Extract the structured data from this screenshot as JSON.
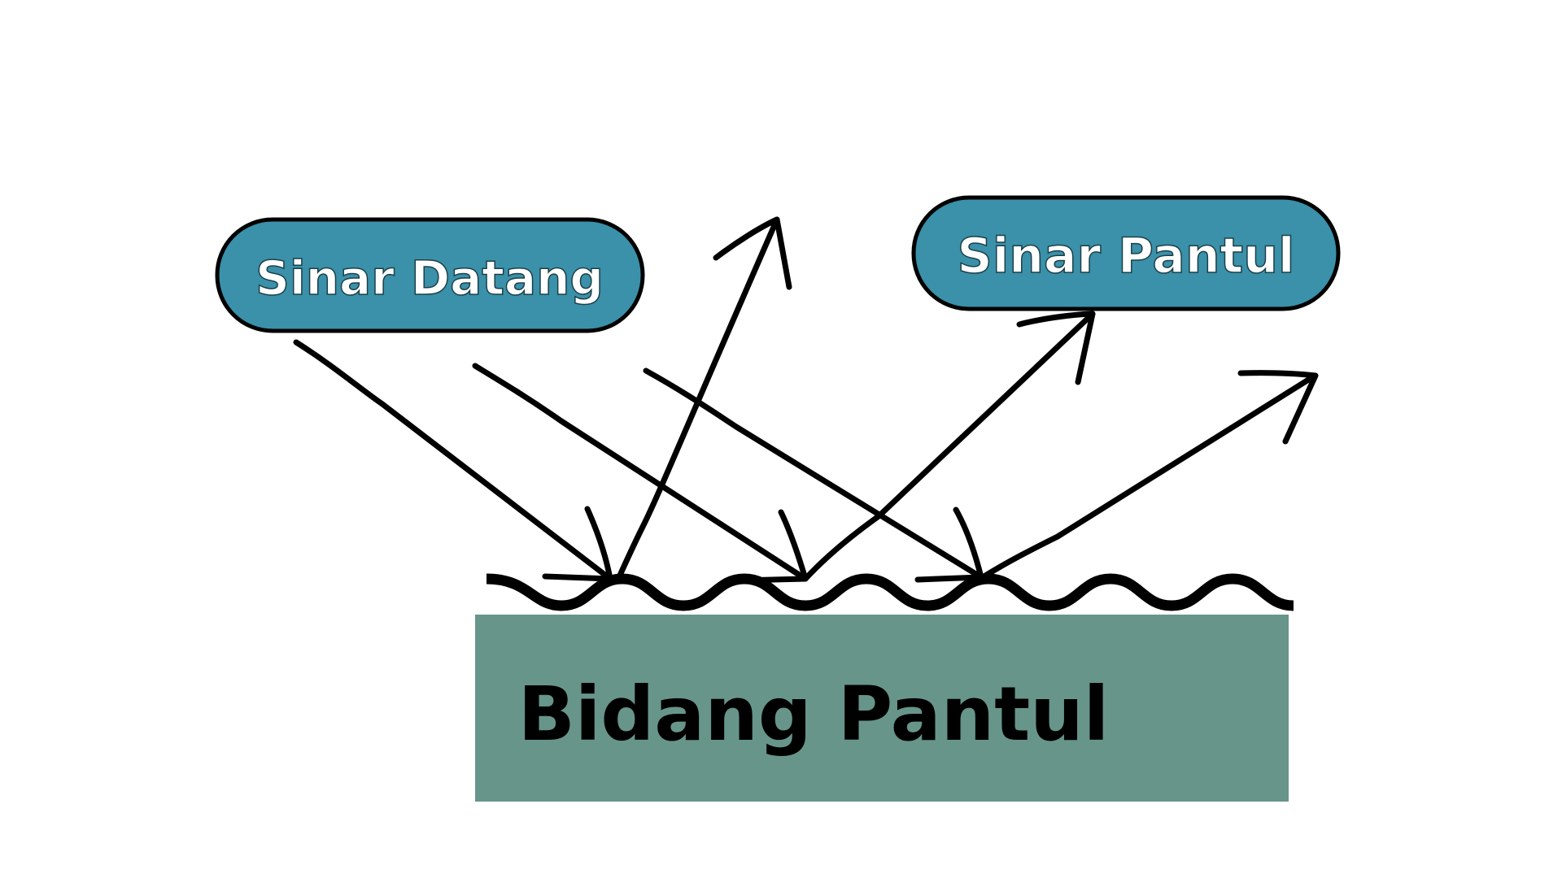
{
  "labels": {
    "incident": "Sinar Datang",
    "reflected": "Sinar Pantul",
    "surface": "Bidang Pantul"
  },
  "colors": {
    "label_fill": "#3a91a9",
    "label_text": "#ffffff",
    "surface_fill": "#67958a",
    "surface_text": "#000000",
    "ink": "#000000",
    "background": "#ffffff"
  }
}
